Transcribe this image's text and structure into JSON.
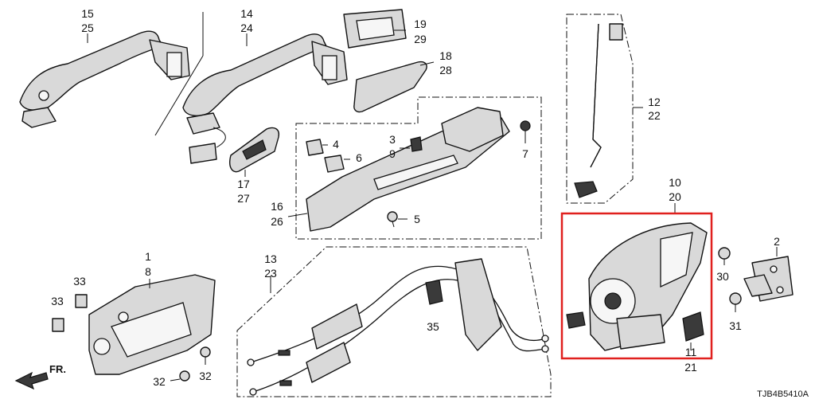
{
  "diagram": {
    "reference_code": "TJB4B5410A",
    "front_indicator": "FR.",
    "highlight_color": "#e0201e",
    "callouts": {
      "c15": "15",
      "c25": "25",
      "c14": "14",
      "c24": "24",
      "c19": "19",
      "c29": "29",
      "c18": "18",
      "c28": "28",
      "c12": "12",
      "c22": "22",
      "c3": "3",
      "c9": "9",
      "c4": "4",
      "c6": "6",
      "c7": "7",
      "c5": "5",
      "c16": "16",
      "c26": "26",
      "c17": "17",
      "c27": "27",
      "c10": "10",
      "c20": "20",
      "c1": "1",
      "c8": "8",
      "c33a": "33",
      "c33b": "33",
      "c13": "13",
      "c23": "23",
      "c35": "35",
      "c30": "30",
      "c31": "31",
      "c2": "2",
      "c11": "11",
      "c21": "21",
      "c32a": "32",
      "c32b": "32"
    }
  }
}
